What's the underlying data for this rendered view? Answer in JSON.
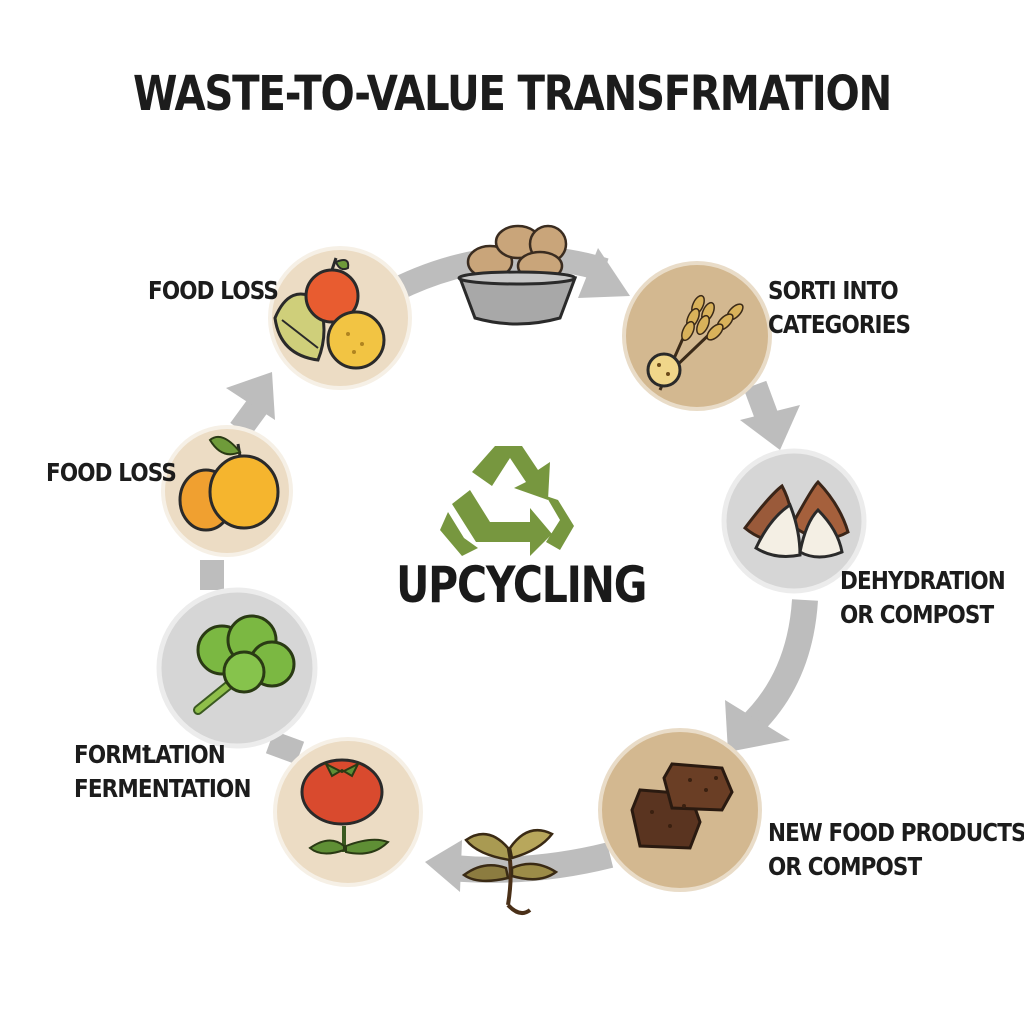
{
  "title": "WASTE-TO-VALUE TRANSFRMATION",
  "center_label": "UPCYCLING",
  "steps": [
    {
      "lines": [
        "FOOD LOSS"
      ]
    },
    {
      "lines": [
        "SORTI INTO",
        "CATEGORIES"
      ]
    },
    {
      "lines": [
        "DEHYDRATION",
        "OR COMPOST"
      ]
    },
    {
      "lines": [
        "NEW FOOD PRODUCTS",
        "OR COMPOST"
      ]
    },
    {
      "lines": [
        "FORMꝈATION",
        "FERMENTATION"
      ]
    },
    {
      "lines": [
        "FOOD LOSS"
      ]
    }
  ],
  "icons": [
    "fruit-mix-icon",
    "bowl-of-cookies-icon",
    "wheat-icon",
    "garlic-cloves-icon",
    "dried-food-blocks-icon",
    "withered-leaves-icon",
    "tomato-icon",
    "broccoli-icon",
    "oranges-icon",
    "recycle-icon"
  ],
  "colors": {
    "beige_circle": "#ecdcc4",
    "tan_circle": "#d3b890",
    "gray_circle": "#d6d6d6",
    "arrow_gray": "#bdbdbd",
    "recycle_green": "#77973f",
    "text": "#1c1c1c"
  }
}
